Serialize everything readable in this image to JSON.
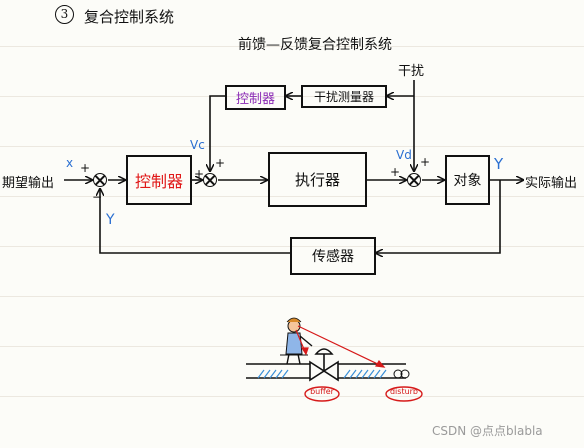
{
  "heading": {
    "number": "3",
    "title": "复合控制系统"
  },
  "subtitle": "前馈—反馈复合控制系统",
  "disturbance_label": "干扰",
  "blocks": {
    "ff_controller": "控制器",
    "disturbance_meter": "干扰测量器",
    "main_controller": "控制器",
    "actuator": "执行器",
    "plant": "对象",
    "sensor": "传感器"
  },
  "signals": {
    "input": "期望输出",
    "output": "实际输出",
    "x": "x",
    "y_out": "Y",
    "y_fb": "Y",
    "vc": "Vc",
    "vd": "Vd"
  },
  "signs": {
    "plus": "+",
    "minus": "−"
  },
  "illustration": {
    "left_tag": "buffer",
    "right_tag": "disturb"
  },
  "watermark": "CSDN @点点blabla",
  "colors": {
    "ink": "#111111",
    "controller_red": "#e01818",
    "ff_controller_purple": "#8b2bb5",
    "annotation_blue": "#2a6fd1",
    "tag_red": "#d61a1a",
    "pipe_hatch": "#3a8fd8"
  }
}
